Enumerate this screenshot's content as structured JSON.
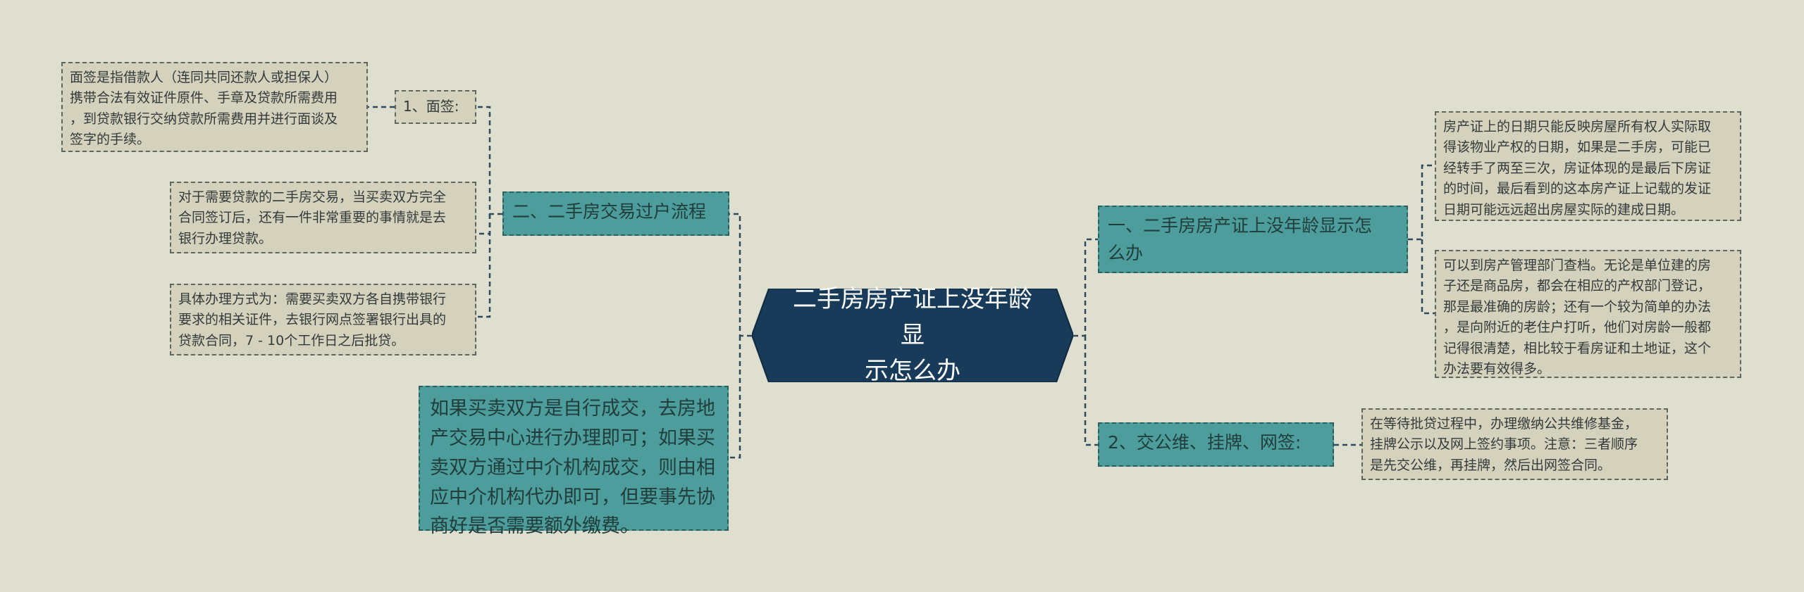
{
  "root": {
    "title": "二手房房产证上没年龄显\n示怎么办"
  },
  "left": {
    "transfer_branch": "二、二手房交易过户流程",
    "sign_branch": "1、面签:",
    "sign_detail": "面签是指借款人（连同共同还款人或担保人）\n携带合法有效证件原件、手章及贷款所需费用\n，到贷款银行交纳贷款所需费用并进行面谈及\n签字的手续。",
    "loan_note": "对于需要贷款的二手房交易，当买卖双方完全\n合同签订后，还有一件非常重要的事情就是去\n银行办理贷款。",
    "procedure": "具体办理方式为：需要买卖双方各自携带银行\n要求的相关证件，去银行网点签署银行出具的\n贷款合同，7 - 10个工作日之后批贷。",
    "agency": "如果买卖双方是自行成交，去房地\n产交易中心进行办理即可；如果买\n卖双方通过中介机构成交，则由相\n应中介机构代办即可，但要事先协\n商好是否需要额外缴费。"
  },
  "right": {
    "age_branch": "一、二手房房产证上没年龄显示怎\n么办",
    "age_detail_1": "房产证上的日期只能反映房屋所有权人实际取\n得该物业产权的日期，如果是二手房，可能已\n经转手了两至三次，房证体现的是最后下房证\n的时间，最后看到的这本房产证上记载的发证\n日期可能远远超出房屋实际的建成日期。",
    "age_detail_2": "可以到房产管理部门查档。无论是单位建的房\n子还是商品房，都会在相应的产权部门登记，\n那是最准确的房龄；还有一个较为简单的办法\n，是向附近的老住户打听，他们对房龄一般都\n记得很清楚，相比较于看房证和土地证，这个\n办法要有效得多。",
    "fee_branch": "2、交公维、挂牌、网签:",
    "fee_detail": "在等待批贷过程中，办理缴纳公共维修基金，\n挂牌公示以及网上签约事项。注意：三者顺序\n是先交公维，再挂牌，然后出网签合同。"
  },
  "colors": {
    "background": "#dfdfcf",
    "root_fill": "#183b59",
    "branch_fill": "#4c9d9b",
    "leaf_fill": "#d4d2bd",
    "connector": "#2f4a5e"
  }
}
